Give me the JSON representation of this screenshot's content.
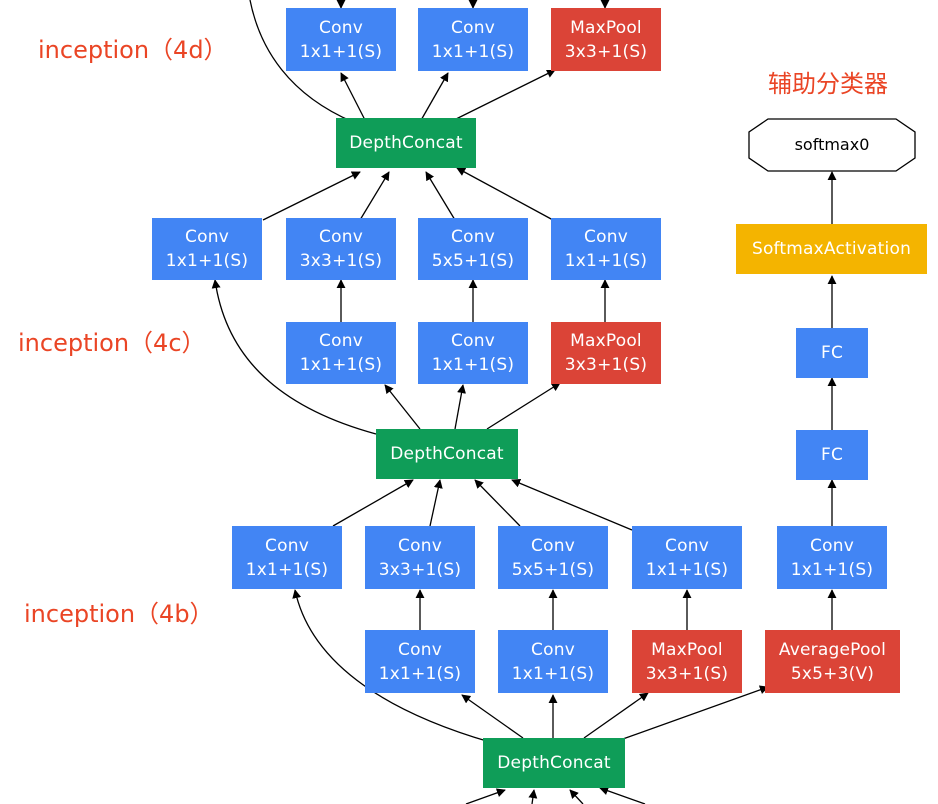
{
  "labels": {
    "inception_4d": "inception（4d）",
    "inception_4c": "inception（4c）",
    "inception_4b": "inception（4b）",
    "aux_classifier": "辅助分类器"
  },
  "colors": {
    "conv": "#4285f4",
    "pool": "#db4437",
    "concat": "#0f9d58",
    "softmax_activation": "#f4b400",
    "label": "#ea4525"
  },
  "nodes": {
    "top_conv_a": {
      "l1": "Conv",
      "l2": "1x1+1(S)"
    },
    "top_conv_b": {
      "l1": "Conv",
      "l2": "1x1+1(S)"
    },
    "top_maxpool": {
      "l1": "MaxPool",
      "l2": "3x3+1(S)"
    },
    "concat_4c_out": {
      "l1": "DepthConcat"
    },
    "c4c_conv1x1": {
      "l1": "Conv",
      "l2": "1x1+1(S)"
    },
    "c4c_conv3x3": {
      "l1": "Conv",
      "l2": "3x3+1(S)"
    },
    "c4c_conv5x5": {
      "l1": "Conv",
      "l2": "5x5+1(S)"
    },
    "c4c_pool_proj": {
      "l1": "Conv",
      "l2": "1x1+1(S)"
    },
    "c4c_reduce3": {
      "l1": "Conv",
      "l2": "1x1+1(S)"
    },
    "c4c_reduce5": {
      "l1": "Conv",
      "l2": "1x1+1(S)"
    },
    "c4c_maxpool": {
      "l1": "MaxPool",
      "l2": "3x3+1(S)"
    },
    "concat_4b_out": {
      "l1": "DepthConcat"
    },
    "c4b_conv1x1": {
      "l1": "Conv",
      "l2": "1x1+1(S)"
    },
    "c4b_conv3x3": {
      "l1": "Conv",
      "l2": "3x3+1(S)"
    },
    "c4b_conv5x5": {
      "l1": "Conv",
      "l2": "5x5+1(S)"
    },
    "c4b_pool_proj": {
      "l1": "Conv",
      "l2": "1x1+1(S)"
    },
    "c4b_reduce3": {
      "l1": "Conv",
      "l2": "1x1+1(S)"
    },
    "c4b_reduce5": {
      "l1": "Conv",
      "l2": "1x1+1(S)"
    },
    "c4b_maxpool": {
      "l1": "MaxPool",
      "l2": "3x3+1(S)"
    },
    "concat_4a_out": {
      "l1": "DepthConcat"
    },
    "aux_avgpool": {
      "l1": "AveragePool",
      "l2": "5x5+3(V)"
    },
    "aux_conv": {
      "l1": "Conv",
      "l2": "1x1+1(S)"
    },
    "aux_fc1": {
      "l1": "FC"
    },
    "aux_fc2": {
      "l1": "FC"
    },
    "aux_softmax_act": {
      "l1": "SoftmaxActivation"
    },
    "aux_softmax0": {
      "l1": "softmax0"
    }
  }
}
